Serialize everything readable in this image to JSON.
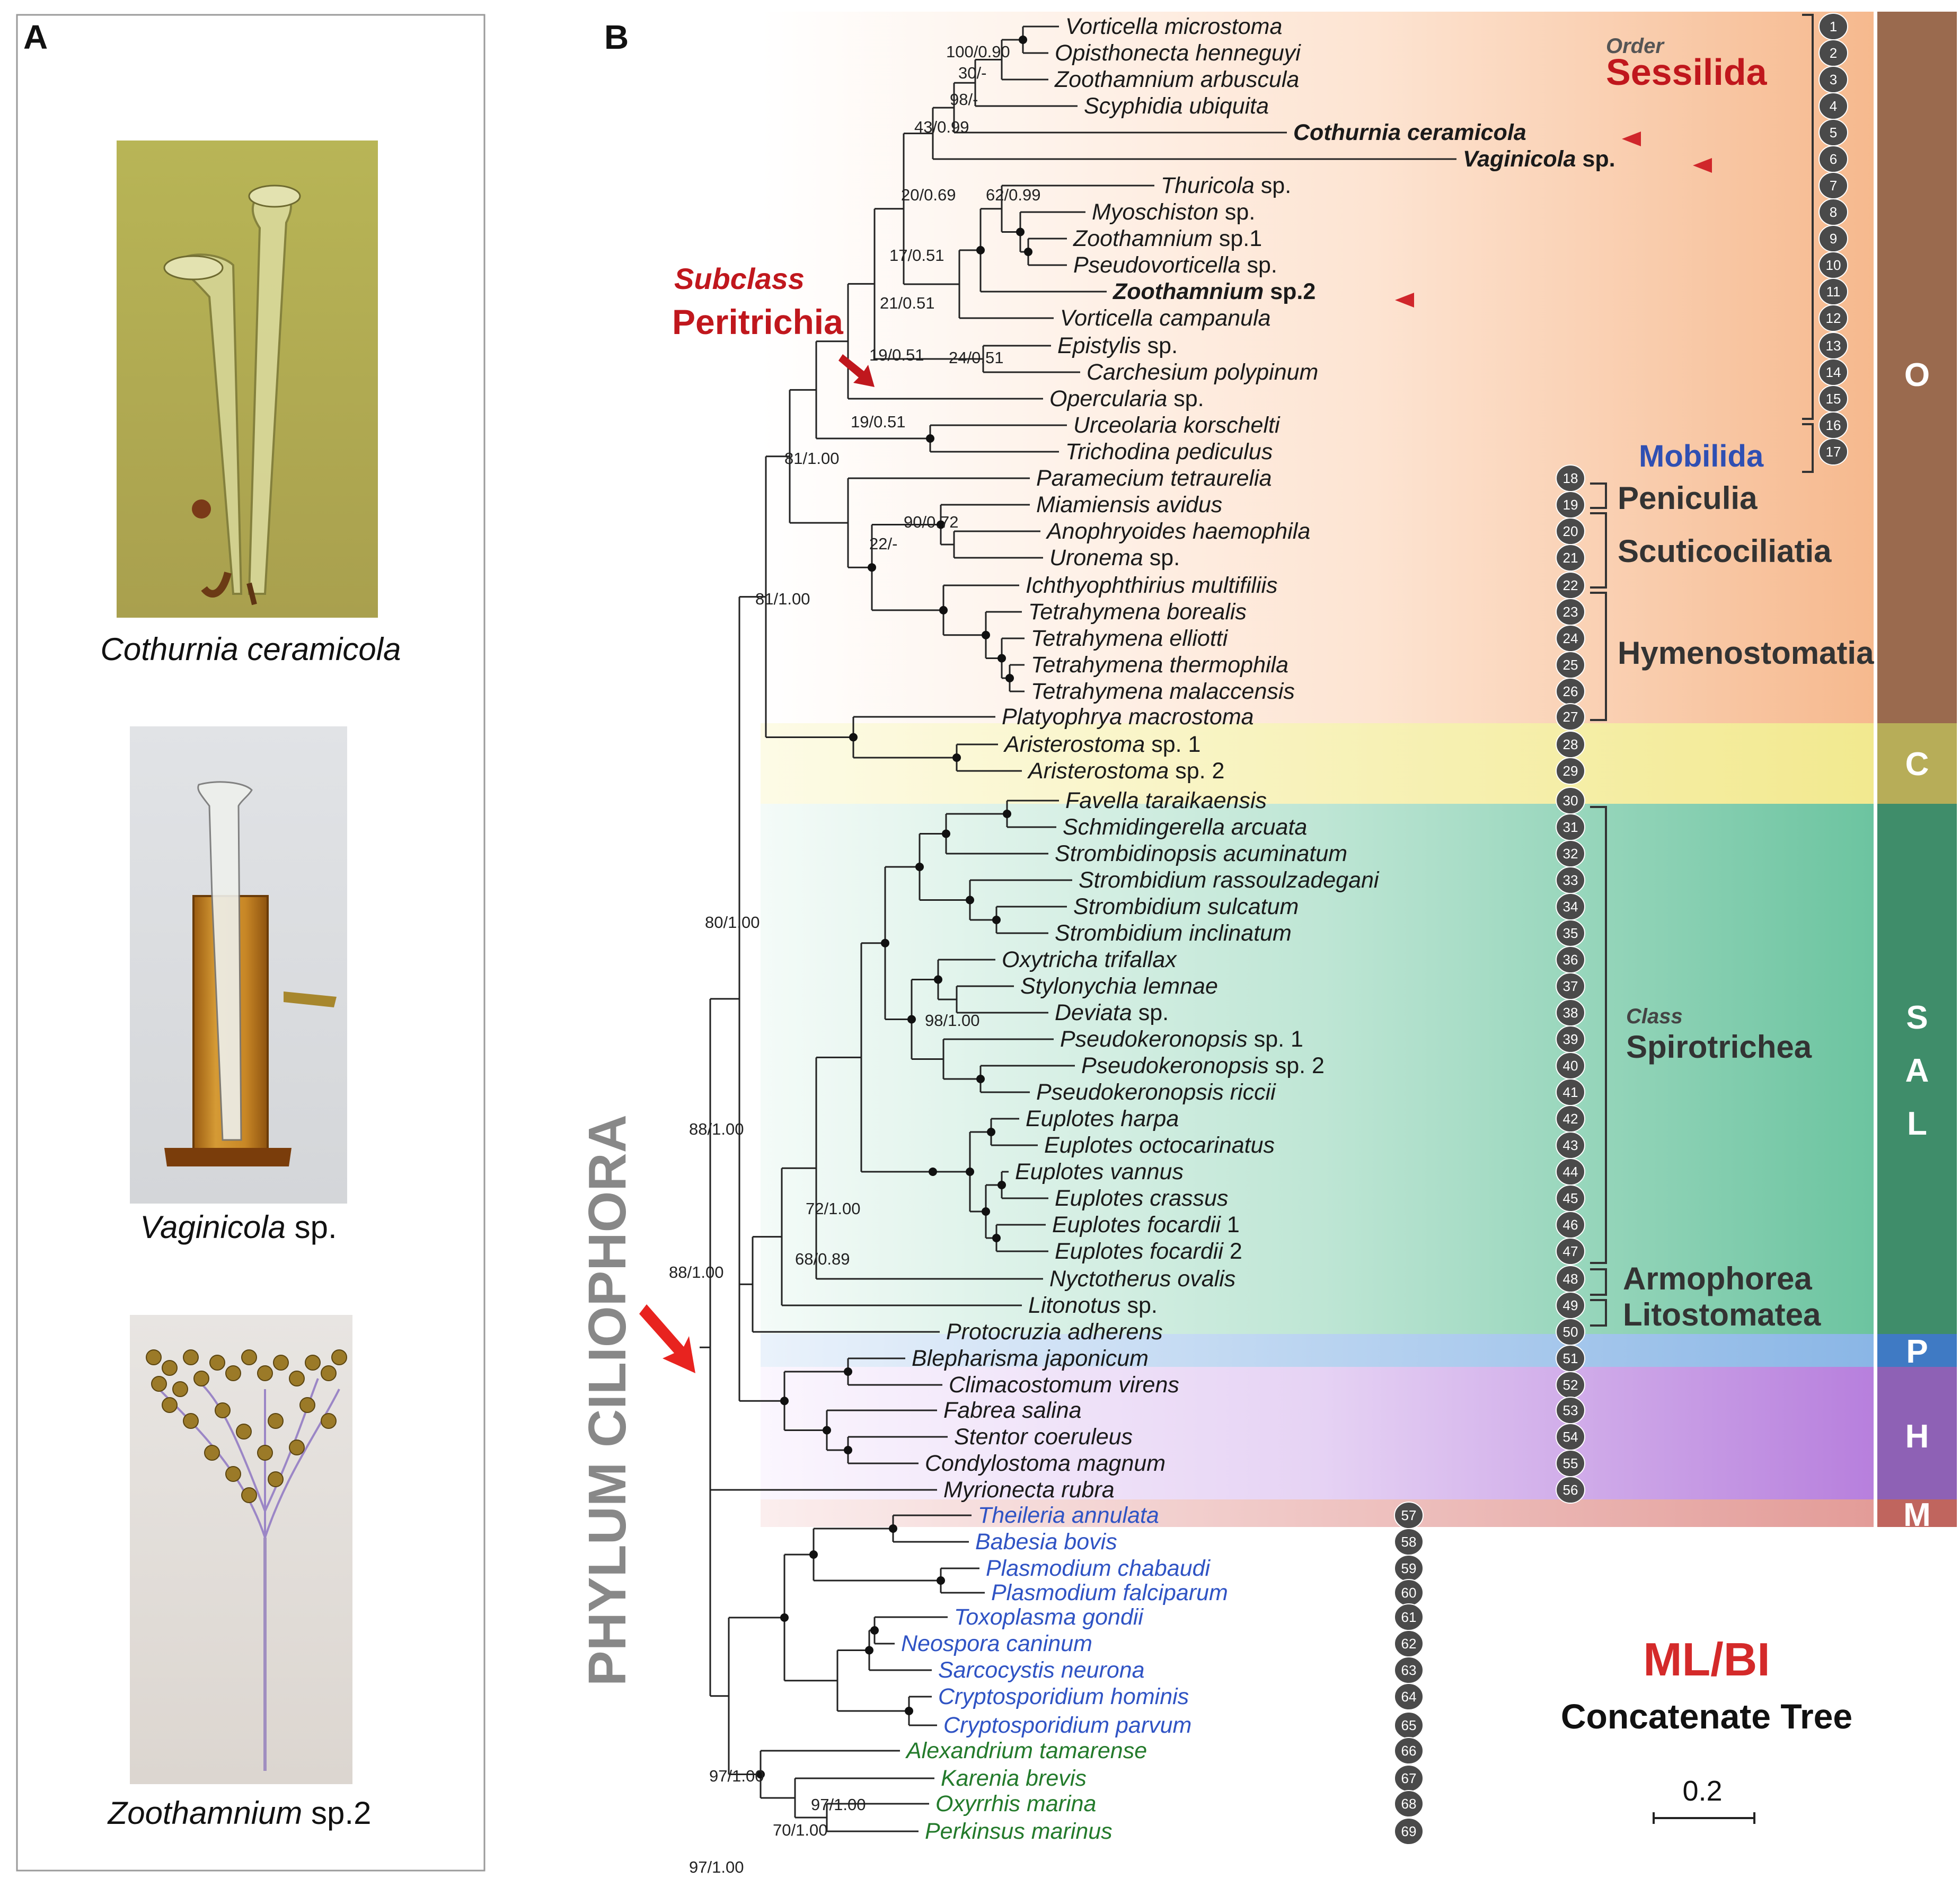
{
  "panel_a": {
    "letter": "A",
    "images": [
      {
        "caption_italic": "Cothurnia ceramicola",
        "caption_rest": ""
      },
      {
        "caption_italic": "Vaginicola",
        "caption_rest": " sp."
      },
      {
        "caption_italic": "Zoothamnium",
        "caption_rest": " sp.2"
      }
    ]
  },
  "panel_b": {
    "letter": "B",
    "phylum": "PHYLUM  CILIOPHORA",
    "subclass_small": "Subclass",
    "subclass_name": "Peritrichia",
    "order_small": "Order",
    "order_name": "Sessilida",
    "mobilida": "Mobilida",
    "class_small": "Class",
    "groups": {
      "peniculia": "Peniculia",
      "scuticociliatia": "Scuticociliatia",
      "hymenostomatia": "Hymenostomatia",
      "spirotrichea": "Spirotrichea",
      "armophorea": "Armophorea",
      "litostomatea": "Litostomatea"
    },
    "bands": {
      "O": "O",
      "C": "C",
      "S": "S",
      "A": "A",
      "L": "L",
      "P": "P",
      "H": "H",
      "M": "M"
    },
    "method_title": "ML/BI",
    "method_subtitle": "Concatenate Tree",
    "scale_label": "0.2",
    "colors": {
      "highlight_red": "#c0171d",
      "mobilida_blue": "#2f4fb3",
      "apicomplexa_blue": "#2f53c4",
      "dinoflagellate_green": "#237a2b",
      "circle_gray": "#4a4a4a",
      "band_O": "#9a6a4e",
      "band_C": "#b7ad58",
      "band_SAL": "#3f8d6a",
      "band_P": "#3f7ac4",
      "band_H": "#8e61b5",
      "band_M": "#c0655e"
    },
    "taxa": [
      {
        "n": "1",
        "i": "Vorticella microstoma",
        "r": ""
      },
      {
        "n": "2",
        "i": "Opisthonecta henneguyi",
        "r": ""
      },
      {
        "n": "3",
        "i": "Zoothamnium arbuscula",
        "r": ""
      },
      {
        "n": "4",
        "i": "Scyphidia ubiquita",
        "r": ""
      },
      {
        "n": "5",
        "i": "Cothurnia ceramicola",
        "r": "",
        "bold": true
      },
      {
        "n": "6",
        "i": "Vaginicola",
        "r": " sp.",
        "bold": true
      },
      {
        "n": "7",
        "i": "Thuricola",
        "r": " sp."
      },
      {
        "n": "8",
        "i": "Myoschiston",
        "r": " sp."
      },
      {
        "n": "9",
        "i": "Zoothamnium",
        "r": " sp.1"
      },
      {
        "n": "10",
        "i": "Pseudovorticella",
        "r": " sp."
      },
      {
        "n": "11",
        "i": "Zoothamnium",
        "r": " sp.2",
        "bold": true
      },
      {
        "n": "12",
        "i": "Vorticella campanula",
        "r": ""
      },
      {
        "n": "13",
        "i": "Epistylis",
        "r": " sp."
      },
      {
        "n": "14",
        "i": "Carchesium polypinum",
        "r": ""
      },
      {
        "n": "15",
        "i": "Opercularia",
        "r": " sp."
      },
      {
        "n": "16",
        "i": "Urceolaria korschelti",
        "r": ""
      },
      {
        "n": "17",
        "i": "Trichodina pediculus",
        "r": ""
      },
      {
        "n": "18",
        "i": "Paramecium tetraurelia",
        "r": ""
      },
      {
        "n": "19",
        "i": "Miamiensis avidus",
        "r": ""
      },
      {
        "n": "20",
        "i": "Anophryoides haemophila",
        "r": ""
      },
      {
        "n": "21",
        "i": "Uronema",
        "r": " sp."
      },
      {
        "n": "22",
        "i": "Ichthyophthirius multifiliis",
        "r": ""
      },
      {
        "n": "23",
        "i": "Tetrahymena borealis",
        "r": ""
      },
      {
        "n": "24",
        "i": "Tetrahymena elliotti",
        "r": ""
      },
      {
        "n": "25",
        "i": "Tetrahymena thermophila",
        "r": ""
      },
      {
        "n": "26",
        "i": "Tetrahymena  malaccensis",
        "r": ""
      },
      {
        "n": "27",
        "i": "Platyophrya macrostoma",
        "r": ""
      },
      {
        "n": "28",
        "i": "Aristerostoma",
        "r": " sp. 1"
      },
      {
        "n": "29",
        "i": "Aristerostoma",
        "r": " sp. 2"
      },
      {
        "n": "30",
        "i": "Favella taraikaensis",
        "r": ""
      },
      {
        "n": "31",
        "i": "Schmidingerella arcuata",
        "r": ""
      },
      {
        "n": "32",
        "i": "Strombidinopsis acuminatum",
        "r": ""
      },
      {
        "n": "33",
        "i": "Strombidium rassoulzadegani",
        "r": ""
      },
      {
        "n": "34",
        "i": "Strombidium sulcatum",
        "r": ""
      },
      {
        "n": "35",
        "i": "Strombidium inclinatum",
        "r": ""
      },
      {
        "n": "36",
        "i": "Oxytricha trifallax",
        "r": ""
      },
      {
        "n": "37",
        "i": "Stylonychia lemnae",
        "r": ""
      },
      {
        "n": "38",
        "i": "Deviata",
        "r": " sp."
      },
      {
        "n": "39",
        "i": "Pseudokeronopsis",
        "r": " sp. 1"
      },
      {
        "n": "40",
        "i": "Pseudokeronopsis",
        "r": " sp. 2"
      },
      {
        "n": "41",
        "i": "Pseudokeronopsis riccii",
        "r": ""
      },
      {
        "n": "42",
        "i": "Euplotes harpa",
        "r": ""
      },
      {
        "n": "43",
        "i": "Euplotes octocarinatus",
        "r": ""
      },
      {
        "n": "44",
        "i": "Euplotes vannus",
        "r": ""
      },
      {
        "n": "45",
        "i": "Euplotes crassus",
        "r": ""
      },
      {
        "n": "46",
        "i": "Euplotes focardii",
        "r": " 1"
      },
      {
        "n": "47",
        "i": "Euplotes focardii",
        "r": " 2"
      },
      {
        "n": "48",
        "i": "Nyctotherus  ovalis",
        "r": ""
      },
      {
        "n": "49",
        "i": "Litonotus",
        "r": " sp."
      },
      {
        "n": "50",
        "i": "Protocruzia adherens",
        "r": ""
      },
      {
        "n": "51",
        "i": "Blepharisma japonicum",
        "r": ""
      },
      {
        "n": "52",
        "i": "Climacostomum virens",
        "r": ""
      },
      {
        "n": "53",
        "i": "Fabrea salina",
        "r": ""
      },
      {
        "n": "54",
        "i": "Stentor coeruleus",
        "r": ""
      },
      {
        "n": "55",
        "i": "Condylostoma magnum",
        "r": ""
      },
      {
        "n": "56",
        "i": "Myrionecta rubra",
        "r": ""
      },
      {
        "n": "57",
        "i": "Theileria annulata",
        "r": "",
        "grp": "apicomplexa"
      },
      {
        "n": "58",
        "i": "Babesia bovis",
        "r": "",
        "grp": "apicomplexa"
      },
      {
        "n": "59",
        "i": "Plasmodium chabaudi",
        "r": "",
        "grp": "apicomplexa"
      },
      {
        "n": "60",
        "i": "Plasmodium falciparum",
        "r": "",
        "grp": "apicomplexa"
      },
      {
        "n": "61",
        "i": "Toxoplasma gondii",
        "r": "",
        "grp": "apicomplexa"
      },
      {
        "n": "62",
        "i": "Neospora caninum",
        "r": "",
        "grp": "apicomplexa"
      },
      {
        "n": "63",
        "i": "Sarcocystis neurona",
        "r": "",
        "grp": "apicomplexa"
      },
      {
        "n": "64",
        "i": "Cryptosporidium hominis",
        "r": "",
        "grp": "apicomplexa"
      },
      {
        "n": "65",
        "i": "Cryptosporidium parvum",
        "r": "",
        "grp": "apicomplexa"
      },
      {
        "n": "66",
        "i": "Alexandrium tamarense",
        "r": "",
        "grp": "dino"
      },
      {
        "n": "67",
        "i": "Karenia brevis",
        "r": "",
        "grp": "dino"
      },
      {
        "n": "68",
        "i": "Oxyrrhis marina",
        "r": "",
        "grp": "dino"
      },
      {
        "n": "69",
        "i": "Perkinsus marinus",
        "r": "",
        "grp": "dino"
      }
    ],
    "supports": [
      {
        "id": "s1",
        "text": "100/0.90"
      },
      {
        "id": "s2",
        "text": "30/-"
      },
      {
        "id": "s3",
        "text": "98/-"
      },
      {
        "id": "s4",
        "text": "43/0.99"
      },
      {
        "id": "s5",
        "text": "20/0.69"
      },
      {
        "id": "s6",
        "text": "62/0.99"
      },
      {
        "id": "s7",
        "text": "17/0.51"
      },
      {
        "id": "s8",
        "text": "21/0.51"
      },
      {
        "id": "s9",
        "text": "19/0.51"
      },
      {
        "id": "s10",
        "text": "24/0.51"
      },
      {
        "id": "s11",
        "text": "19/0.51"
      },
      {
        "id": "s12",
        "text": "81/1.00"
      },
      {
        "id": "s13",
        "text": "90/0.72"
      },
      {
        "id": "s14",
        "text": "22/-"
      },
      {
        "id": "s15",
        "text": "81/1.00"
      },
      {
        "id": "s16",
        "text": "80/1.00"
      },
      {
        "id": "s17",
        "text": "98/1.00"
      },
      {
        "id": "s18",
        "text": "88/1.00"
      },
      {
        "id": "s19",
        "text": "72/1.00"
      },
      {
        "id": "s20",
        "text": "68/0.89"
      },
      {
        "id": "s21",
        "text": "88/1.00"
      },
      {
        "id": "s22",
        "text": "97/1.00"
      },
      {
        "id": "s23",
        "text": "97/1.00"
      },
      {
        "id": "s24",
        "text": "70/1.00"
      },
      {
        "id": "s25",
        "text": "97/1.00"
      }
    ]
  }
}
